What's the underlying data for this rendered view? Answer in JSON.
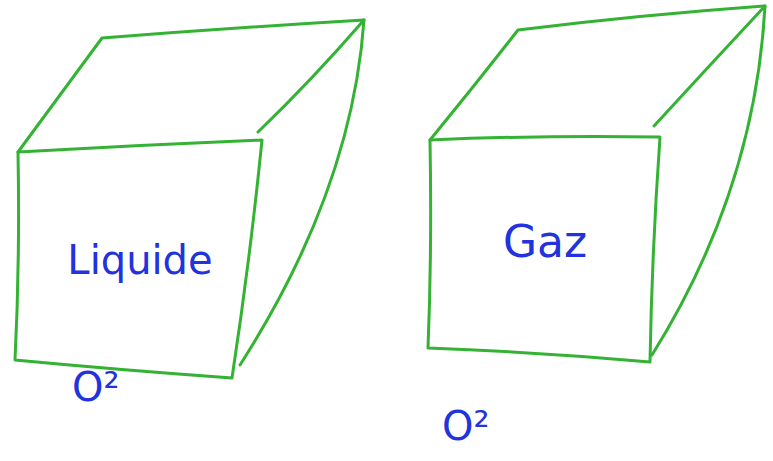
{
  "diagram": {
    "nodes": [
      {
        "text": [
          "Liquide",
          "O²"
        ]
      },
      {
        "text": [
          "Gaz",
          "O²"
        ]
      }
    ]
  }
}
